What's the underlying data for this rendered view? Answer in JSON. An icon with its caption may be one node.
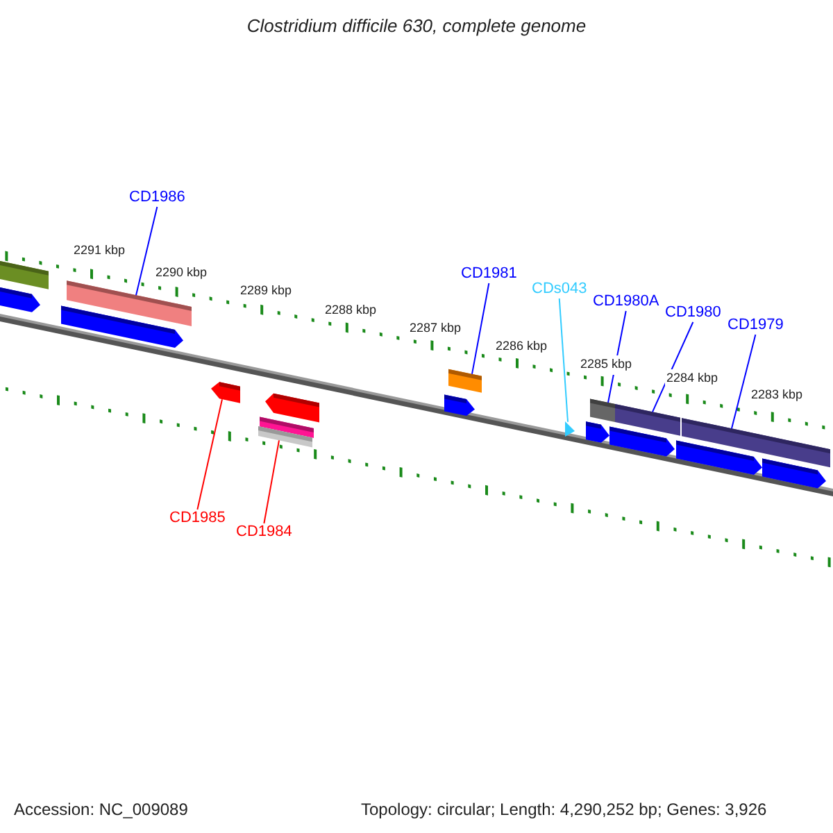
{
  "diagram": {
    "title": "Clostridium difficile 630, complete genome",
    "nodes": [
      {
        "text": [
          "CD1986"
        ]
      },
      {
        "text": [
          "CD1981"
        ]
      },
      {
        "text": [
          "CDs043"
        ]
      },
      {
        "text": [
          "CD1980A"
        ]
      },
      {
        "text": [
          "CD1980"
        ]
      },
      {
        "text": [
          "CD1979"
        ]
      },
      {
        "text": [
          "CD1985"
        ]
      },
      {
        "text": [
          "CD1984"
        ]
      },
      {
        "text": [],
        "shape": "bar"
      },
      {
        "text": [],
        "shape": "bar"
      },
      {
        "text": [],
        "shape": "triangle"
      },
      {
        "text": [],
        "shape": "bar"
      },
      {
        "text": [],
        "shape": "bar"
      },
      {
        "text": [],
        "shape": "bar"
      },
      {
        "text": [],
        "shape": "arrow"
      },
      {
        "text": [],
        "shape": "bar"
      }
    ],
    "edges": [
      {
        "from": 0,
        "to": 8,
        "arrow": "none"
      },
      {
        "from": 1,
        "to": 9,
        "arrow": "none"
      },
      {
        "from": 2,
        "to": 10,
        "arrow": "none",
        "color": "#33ccff"
      },
      {
        "from": 3,
        "to": 11,
        "arrow": "none"
      },
      {
        "from": 4,
        "to": 12,
        "arrow": "none"
      },
      {
        "from": 5,
        "to": 13,
        "arrow": "none"
      },
      {
        "from": 6,
        "to": 14,
        "arrow": "none",
        "color": "#ff0000"
      },
      {
        "from": 7,
        "to": 15,
        "arrow": "none",
        "color": "#ff0000"
      }
    ],
    "labels": [
      "2291 kbp",
      "2290 kbp",
      "2289 kbp",
      "2288 kbp",
      "2287 kbp",
      "2286 kbp",
      "2285 kbp",
      "2284 kbp",
      "2283 kbp",
      "Accession: NC_009089",
      "Topology: circular; Length: 4,290,252 bp; Genes: 3,926"
    ]
  }
}
